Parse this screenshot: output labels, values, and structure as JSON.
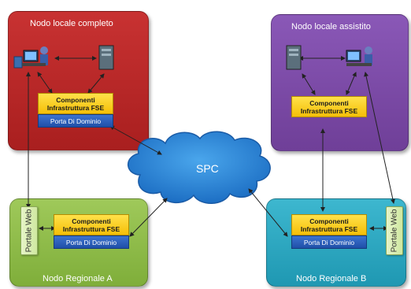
{
  "nodes": {
    "red": {
      "title": "Nodo locale completo",
      "color": "#b22424"
    },
    "purple": {
      "title": "Nodo locale assistito",
      "color": "#7b4aa6"
    },
    "green": {
      "title": "Nodo Regionale A",
      "color": "#8cbc46"
    },
    "teal": {
      "title": "Nodo Regionale B",
      "color": "#27a5bf"
    }
  },
  "components": {
    "label": "Componenti Infrastruttura FSE",
    "porta": "Porta Di Dominio"
  },
  "portale": "Portale Web",
  "cloud": "SPC",
  "icons": [
    "workstation-icon",
    "server-icon"
  ]
}
